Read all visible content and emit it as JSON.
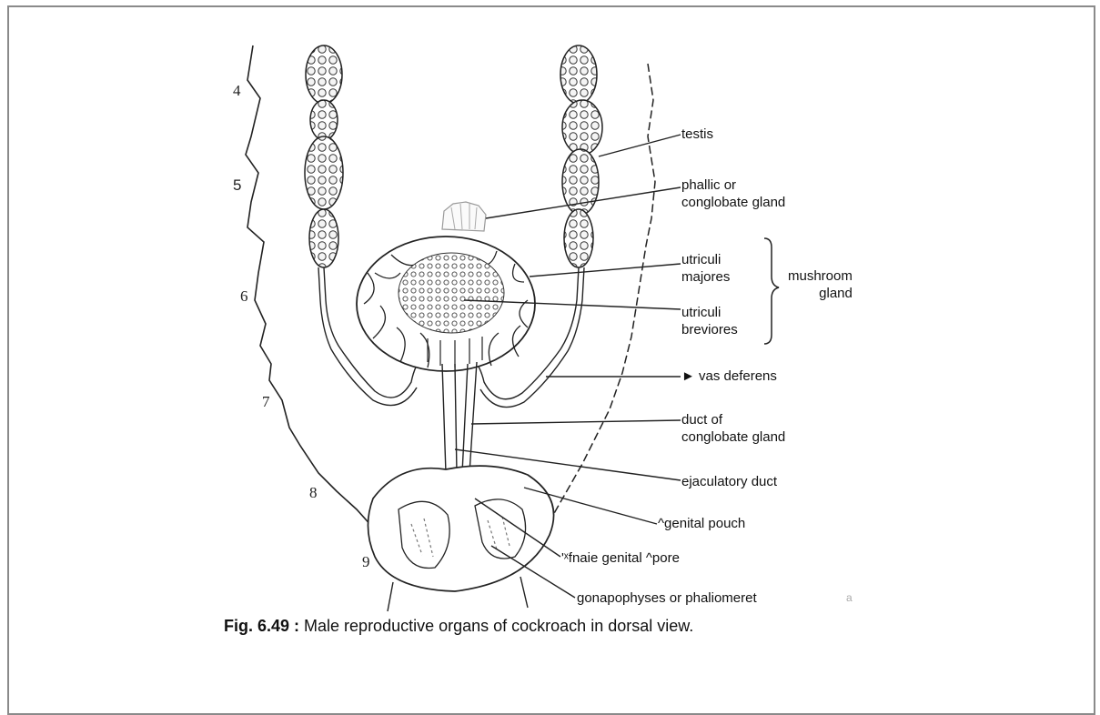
{
  "segments": [
    "4",
    "5",
    "6",
    "7",
    "8",
    "9"
  ],
  "labels": {
    "testis": "testis",
    "phallic_gland": [
      "phallic or",
      "conglobate gland"
    ],
    "utriculi_majores": [
      "utriculi",
      "majores"
    ],
    "utriculi_breviores": [
      "utriculi",
      "breviores"
    ],
    "mushroom_gland": [
      "mushroom",
      "gland"
    ],
    "vas_deferens": "► vas deferens",
    "duct_conglobate": [
      "duct of",
      "conglobate gland"
    ],
    "ejaculatory_duct": "ejaculatory duct",
    "genital_pouch": "^genital pouch",
    "genital_pore": "'ˣfnaie genital ^pore",
    "gonapophyses": "gonapophyses or phaliomeret",
    "stray_mark": "a"
  },
  "caption": {
    "number": "Fig. 6.49 :",
    "text": " Male reproductive organs of cockroach in dorsal view."
  }
}
